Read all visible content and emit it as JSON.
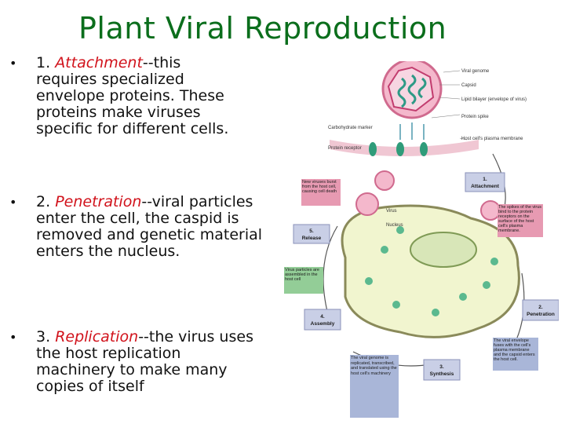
{
  "title": "Plant Viral Reproduction",
  "bullets": [
    {
      "marker": "•",
      "number": "1.",
      "term": "Attachment",
      "text": "--this requires specialized envelope proteins.  These proteins make viruses specific for different cells."
    },
    {
      "marker": "•",
      "number": "2.",
      "term": "Penetration",
      "text": "--viral particles enter the cell, the caspid is removed and genetic material enters the nucleus."
    },
    {
      "marker": "•",
      "number": "3.",
      "term": "Replication",
      "text": "--the virus uses the host replication machinery to make many copies of itself"
    }
  ],
  "diagram": {
    "virus_labels": [
      "Viral genome",
      "Capsid",
      "Lipid bilayer (envelope of virus)",
      "Protein spike",
      "Host cell's plasma membrane"
    ],
    "left_labels": [
      "Carbohydrate marker",
      "Protein receptor"
    ],
    "mini_labels": [
      "Virus",
      "Nucleus"
    ],
    "steps": [
      {
        "n": "1.",
        "name": "Attachment"
      },
      {
        "n": "2.",
        "name": "Penetration"
      },
      {
        "n": "3.",
        "name": "Synthesis"
      },
      {
        "n": "4.",
        "name": "Assembly"
      },
      {
        "n": "5.",
        "name": "Release"
      }
    ],
    "notes": {
      "release": "New viruses burst from the host cell, causing cell death",
      "attachment": "The spikes of the virus bind to the protein receptors on the surface of the host cell's plasma membrane.",
      "assembly": "Virus particles are assembled in the host cell",
      "penetration": "The viral envelope fuses with the cell's plasma membrane and the capsid enters the host cell.",
      "synthesis": "The viral genome is replicated, transcribed, and translated using the host cell's machinery"
    },
    "colors": {
      "title": "#0b6e1c",
      "term": "#d1121b",
      "step_box": "#c9cfe6",
      "note_pink": "#e79ab2",
      "note_green": "#93cd97",
      "note_blue": "#a9b6d8",
      "cell": "#f1f5cf",
      "capsid": "#e88fb0"
    }
  }
}
